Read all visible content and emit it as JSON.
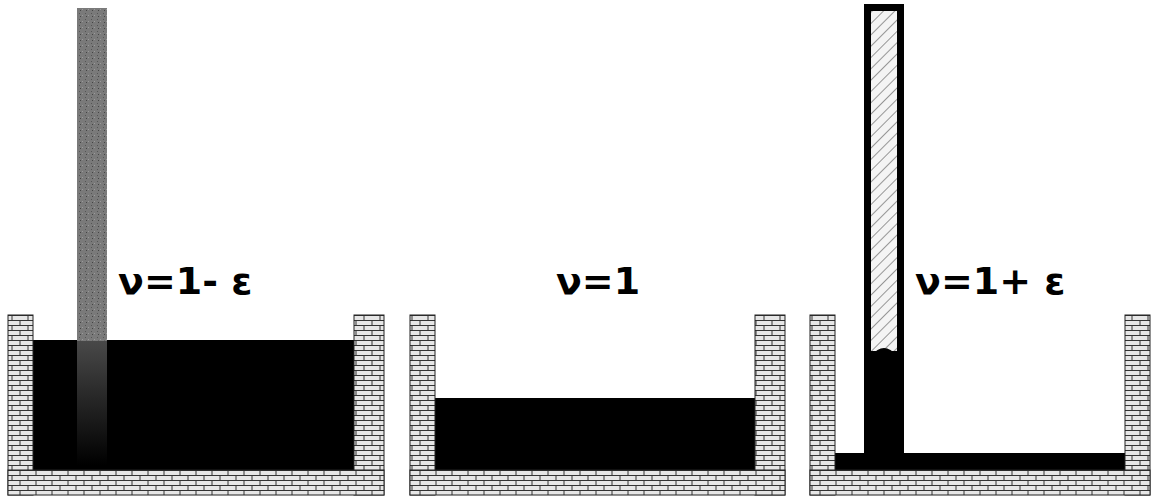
{
  "diagram": {
    "labels": [
      "ν=1- ε",
      "ν=1",
      "ν=1+ ε"
    ]
  }
}
